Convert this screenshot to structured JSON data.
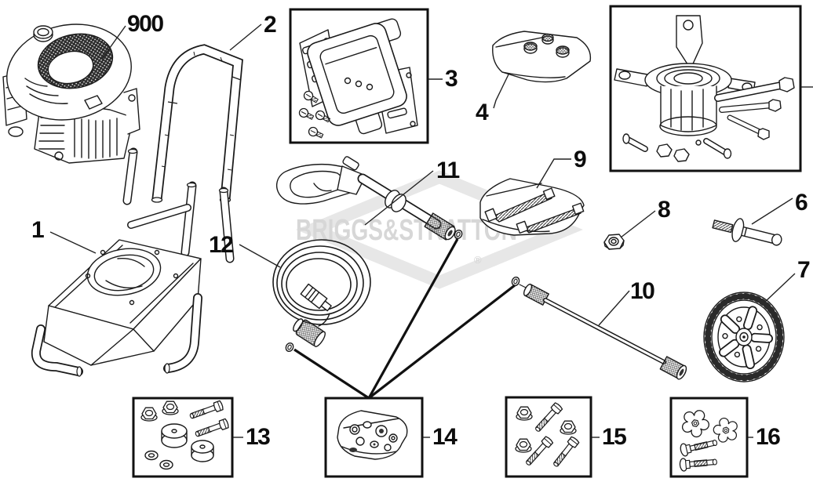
{
  "diagram": {
    "watermark": {
      "brand": "BRIGGS&STRATTON",
      "registered_mark": "®"
    },
    "callouts": {
      "engine": "900",
      "frame": "1",
      "handle": "2",
      "control_panel_kit": "3",
      "fitting_bag": "4",
      "axle_bolt": "6",
      "wheel": "7",
      "nut": "8",
      "nozzle_bag": "9",
      "spray_wand": "10",
      "spray_gun": "11",
      "high_pressure_hose": "12",
      "hardware_kit": "13",
      "oring_kit": "14",
      "bolt_kit": "15",
      "knob_kit": "16"
    },
    "colors": {
      "line": "#1a1a1a",
      "watermark": "#d7d7d7",
      "background": "#ffffff"
    }
  }
}
